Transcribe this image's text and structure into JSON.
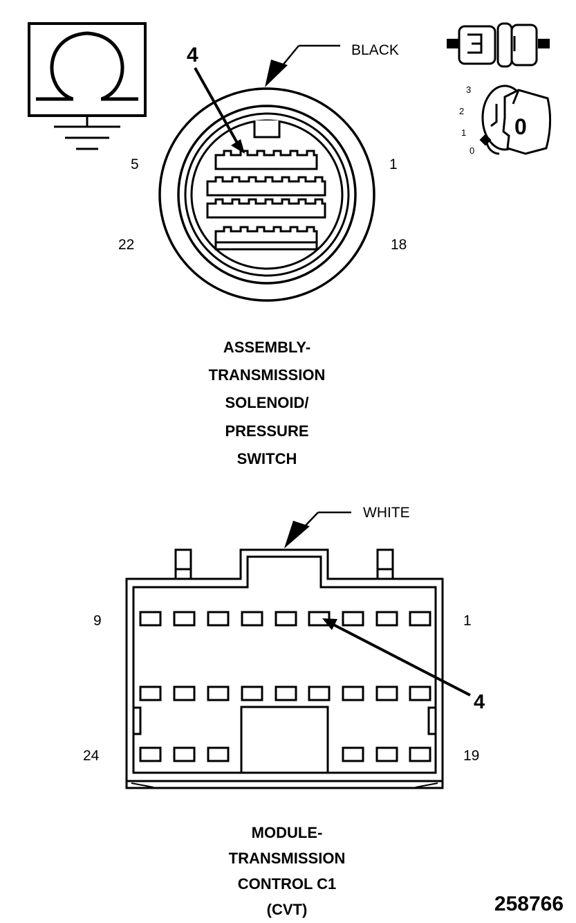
{
  "top_connector": {
    "color_label": "BLACK",
    "pin_labels": {
      "top_left": "5",
      "top_right": "1",
      "bottom_left": "22",
      "bottom_right": "18"
    },
    "callout": "4",
    "caption_lines": [
      "ASSEMBLY-",
      "TRANSMISSION",
      "SOLENOID/",
      "PRESSURE",
      "SWITCH"
    ]
  },
  "ignition_switch": {
    "positions": [
      "3",
      "2",
      "1",
      "0"
    ],
    "key_label": "0"
  },
  "bottom_connector": {
    "color_label": "WHITE",
    "pin_labels": {
      "top_left": "9",
      "top_right": "1",
      "bottom_left": "24",
      "bottom_right": "19"
    },
    "callout": "4",
    "caption_lines": [
      "MODULE-",
      "TRANSMISSION",
      "CONTROL C1",
      "(CVT)"
    ]
  },
  "figure_number": "258766",
  "icons": [
    "ohmmeter-icon",
    "connector-probe-icon",
    "ignition-key-icon"
  ]
}
